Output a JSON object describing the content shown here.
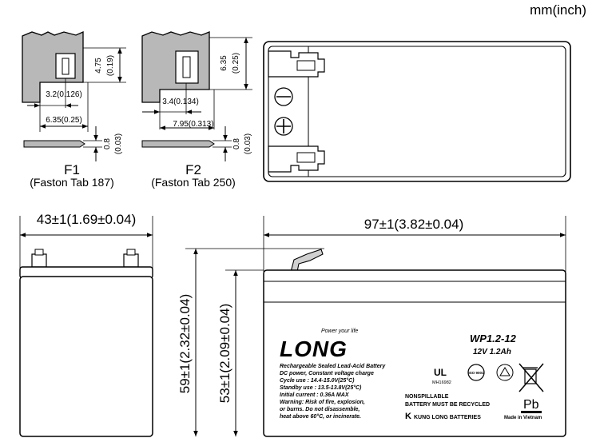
{
  "unit_note": "mm(inch)",
  "tab_f1": {
    "name": "F1",
    "subtitle": "(Faston Tab 187)",
    "height_mm": "4.75",
    "height_in": "(0.19)",
    "hole_offset": "3.2(0.126)",
    "width": "6.35(0.25)",
    "thickness_mm": "0.8",
    "thickness_in": "(0.03)"
  },
  "tab_f2": {
    "name": "F2",
    "subtitle": "(Faston Tab 250)",
    "height_mm": "6.35",
    "height_in": "(0.25)",
    "hole_offset": "3.4(0.134)",
    "width": "7.95(0.313)",
    "thickness_mm": "0.8",
    "thickness_in": "(0.03)"
  },
  "top_view": {
    "minus_symbol": "⊖",
    "plus_symbol": "⊕"
  },
  "side_view": {
    "width_dim": "43±1(1.69±0.04)"
  },
  "front_view": {
    "length_dim": "97±1(3.82±0.04)",
    "total_height_dim": "59±1(2.32±0.04)",
    "case_height_dim": "53±1(2.09±0.04)"
  },
  "battery_label": {
    "tagline": "Power your life",
    "brand": "LONG",
    "model": "WP1.2-12",
    "rating": "12V 1.2Ah",
    "lines": [
      "Rechargeable Sealed Lead-Acid Battery",
      "DC power, Constant voltage charge",
      "Cycle use : 14.4-15.0V(25°C)",
      "Standby use : 13.5-13.8V(25°C)",
      "Initial current : 0.36A MAX",
      "Warning: Risk of fire, explosion,",
      "or burns. Do not disassemble,",
      "heat above 60°C, or incinerate."
    ],
    "ul_mark": "UL",
    "ul_code": "MH16982",
    "iso_mark": "ISO 9001",
    "nonspillable": "NONSPILLABLE",
    "recycle_note": "BATTERY MUST BE RECYCLED",
    "maker": "KUNG LONG BATTERIES",
    "origin": "Made in Vietnam",
    "pb": "Pb"
  }
}
